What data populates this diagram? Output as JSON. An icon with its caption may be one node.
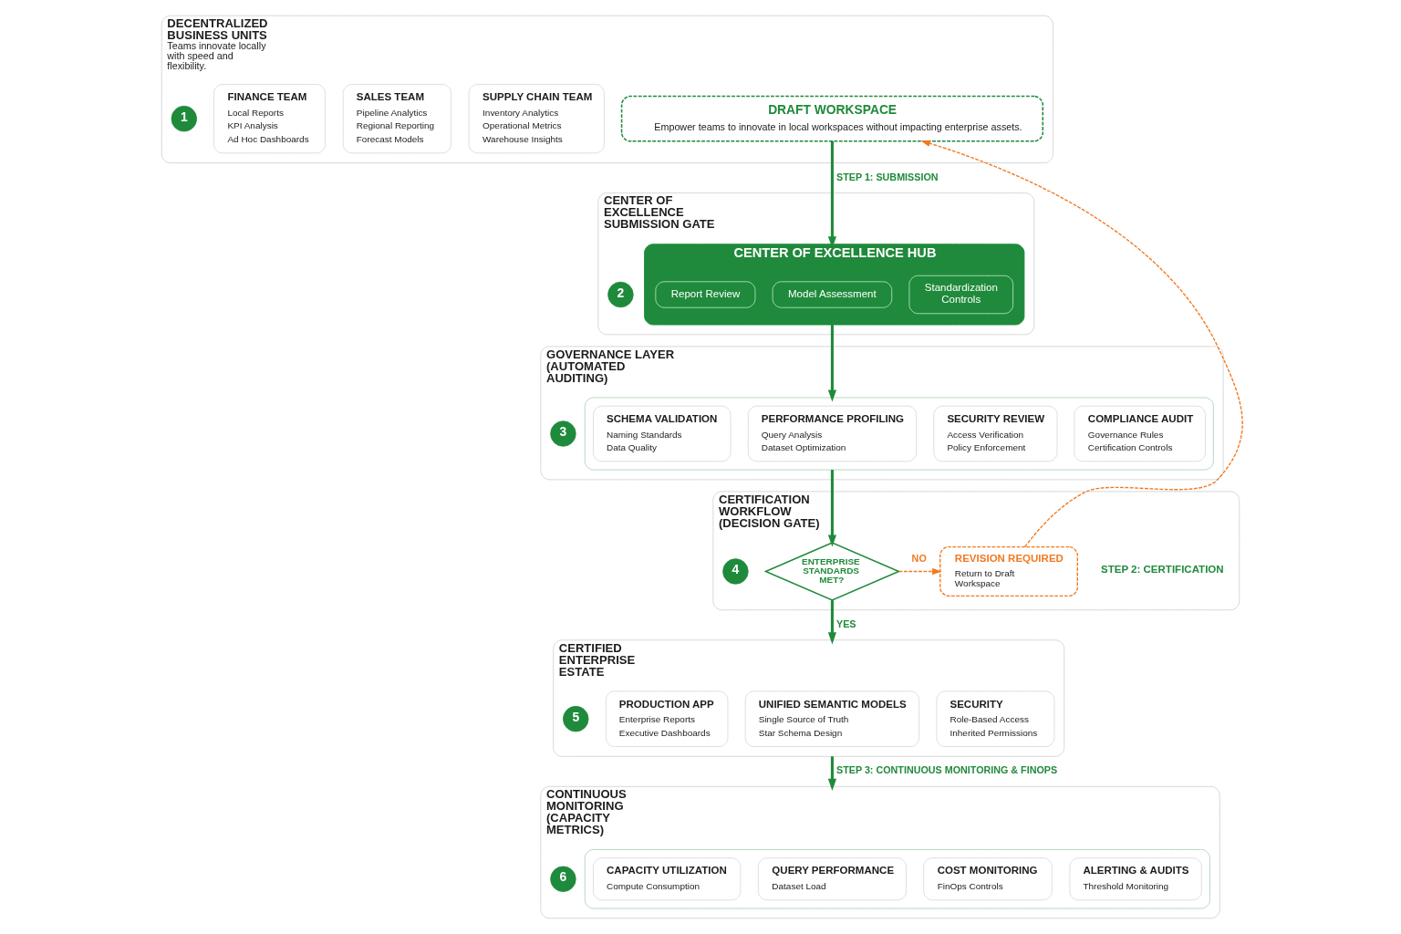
{
  "diagram": {
    "nodes": [
      {
        "text": [
          "DECENTRALIZED BUSINESS UNITS",
          "Teams innovate locally with speed and flexibility."
        ]
      },
      {
        "text": [
          "1"
        ],
        "in": 0
      },
      {
        "text": [
          "FINANCE TEAM",
          "Local Reports",
          "KPI Analysis",
          "Ad Hoc Dashboards"
        ],
        "in": 0
      },
      {
        "text": [
          "SALES TEAM",
          "Pipeline Analytics",
          "Regional Reporting",
          "Forecast Models"
        ],
        "in": 0
      },
      {
        "text": [
          "SUPPLY CHAIN TEAM",
          "Inventory Analytics",
          "Operational Metrics",
          "Warehouse Insights"
        ],
        "in": 0
      },
      {
        "text": [
          "DRAFT WORKSPACE",
          "Empower teams to innovate in local workspaces without impacting enterprise assets."
        ],
        "in": 0
      },
      {
        "text": [
          "CENTER OF EXCELLENCE SUBMISSION GATE"
        ]
      },
      {
        "text": [
          "2"
        ],
        "in": 6
      },
      {
        "text": [
          "CENTER OF EXCELLENCE HUB"
        ],
        "in": 6
      },
      {
        "text": [
          "Report Review"
        ],
        "in": 8
      },
      {
        "text": [
          "Model Assessment"
        ],
        "in": 8
      },
      {
        "text": [
          "Standardization Controls"
        ],
        "in": 8
      },
      {
        "text": [
          "GOVERNANCE LAYER (AUTOMATED AUDITING)"
        ]
      },
      {
        "text": [
          "3"
        ],
        "in": 12
      },
      {
        "text": [],
        "shape": "box",
        "in": 12
      },
      {
        "text": [
          "SCHEMA VALIDATION",
          "Naming Standards",
          "Data Quality"
        ],
        "in": 14
      },
      {
        "text": [
          "PERFORMANCE PROFILING",
          "Query Analysis",
          "Dataset Optimization"
        ],
        "in": 14
      },
      {
        "text": [
          "SECURITY REVIEW",
          "Access Verification",
          "Policy Enforcement"
        ],
        "in": 14
      },
      {
        "text": [
          "COMPLIANCE AUDIT",
          "Governance Rules",
          "Certification Controls"
        ],
        "in": 14
      },
      {
        "text": [
          "CERTIFICATION WORKFLOW (DECISION GATE)"
        ]
      },
      {
        "text": [
          "4"
        ],
        "in": 19
      },
      {
        "text": [
          "REVISION REQUIRED",
          "Return to Draft Workspace"
        ],
        "in": 19
      },
      {
        "text": [
          "ENTERPRISE STANDARDS MET?"
        ],
        "in": 19
      },
      {
        "text": [
          "CERTIFIED ENTERPRISE ESTATE"
        ]
      },
      {
        "text": [
          "5"
        ],
        "in": 23
      },
      {
        "text": [
          "PRODUCTION APP",
          "Enterprise Reports",
          "Executive Dashboards"
        ],
        "in": 23
      },
      {
        "text": [
          "UNIFIED SEMANTIC MODELS",
          "Single Source of Truth",
          "Star Schema Design"
        ],
        "in": 23
      },
      {
        "text": [
          "SECURITY",
          "Role-Based Access",
          "Inherited Permissions"
        ],
        "in": 23
      },
      {
        "text": [
          "CONTINUOUS MONITORING (CAPACITY METRICS)"
        ]
      },
      {
        "text": [
          "6"
        ],
        "in": 28
      },
      {
        "text": [],
        "shape": "box",
        "in": 28
      },
      {
        "text": [
          "CAPACITY UTILIZATION",
          "Compute Consumption"
        ],
        "in": 30
      },
      {
        "text": [
          "QUERY PERFORMANCE",
          "Dataset Load"
        ],
        "in": 30
      },
      {
        "text": [
          "COST MONITORING",
          "FinOps Controls"
        ],
        "in": 30
      },
      {
        "text": [
          "ALERTING & AUDITS",
          "Threshold Monitoring"
        ],
        "in": 30
      }
    ],
    "edges": [
      {
        "from": 5,
        "to": 8,
        "arrow": "to",
        "label": "STEP 1: SUBMISSION"
      },
      {
        "from": 8,
        "to": 14,
        "arrow": "to"
      },
      {
        "from": 14,
        "to": 22,
        "arrow": "to"
      },
      {
        "from": 22,
        "to": 21,
        "arrow": "to",
        "label": "NO",
        "style": "dashed",
        "color": "#f07a22"
      },
      {
        "from": 21,
        "to": 5,
        "arrow": "to",
        "style": "dashed",
        "color": "#f07a22"
      },
      {
        "from": 22,
        "to": 23,
        "arrow": "to",
        "label": "YES"
      },
      {
        "from": 23,
        "to": 28,
        "arrow": "to",
        "label": "STEP 3: CONTINUOUS MONITORING & FINOPS"
      }
    ],
    "labels": [
      "STEP 2: CERTIFICATION"
    ]
  }
}
